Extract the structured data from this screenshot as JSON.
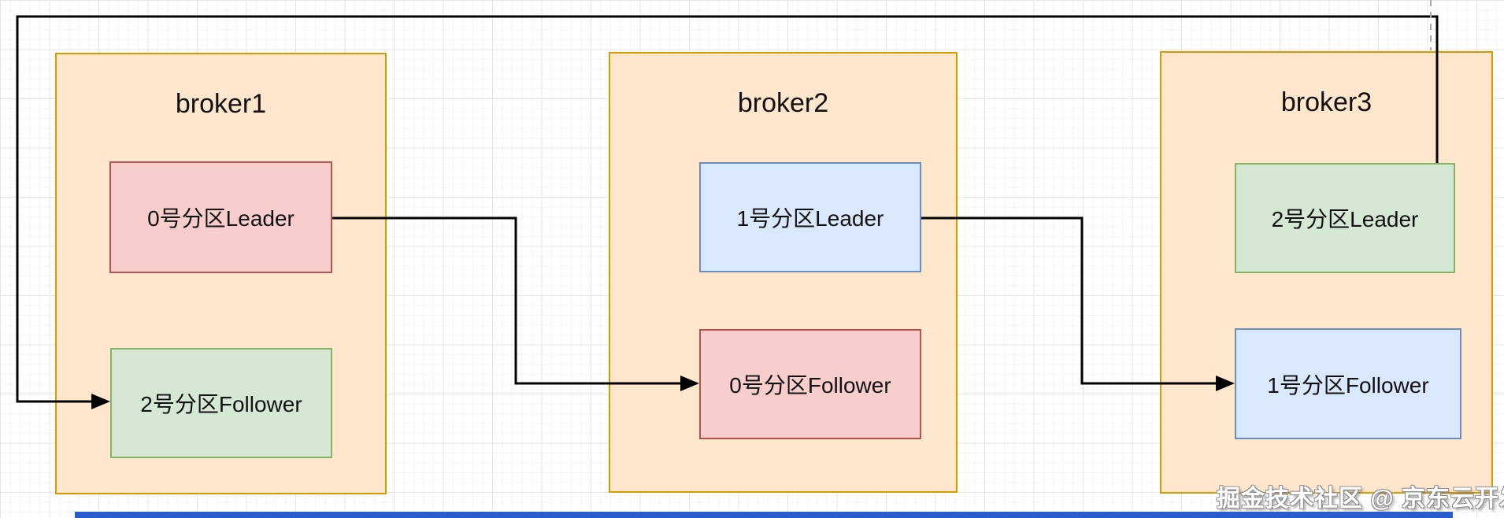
{
  "diagram": {
    "type": "kafka-partition-replication",
    "brokers": [
      {
        "title": "broker1",
        "partitions": [
          {
            "label": "0号分区Leader",
            "role": "leader",
            "variant": "red"
          },
          {
            "label": "2号分区Follower",
            "role": "follower",
            "variant": "green"
          }
        ]
      },
      {
        "title": "broker2",
        "partitions": [
          {
            "label": "1号分区Leader",
            "role": "leader",
            "variant": "blue"
          },
          {
            "label": "0号分区Follower",
            "role": "follower",
            "variant": "red"
          }
        ]
      },
      {
        "title": "broker3",
        "partitions": [
          {
            "label": "2号分区Leader",
            "role": "leader",
            "variant": "green"
          },
          {
            "label": "1号分区Follower",
            "role": "follower",
            "variant": "blue"
          }
        ]
      }
    ],
    "arrows": [
      {
        "from": "broker1 / 0号分区Leader",
        "to": "broker2 / 0号分区Follower"
      },
      {
        "from": "broker2 / 1号分区Leader",
        "to": "broker3 / 1号分区Follower"
      },
      {
        "from": "broker3 / 2号分区Leader",
        "to": "broker1 / 2号分区Follower"
      }
    ],
    "palette": {
      "broker": {
        "fill": "#ffe6cc",
        "stroke": "#d79b00"
      },
      "red": {
        "fill": "#f8cecc",
        "stroke": "#b85450"
      },
      "green": {
        "fill": "#d5e8d4",
        "stroke": "#82b366"
      },
      "blue": {
        "fill": "#dae8fc",
        "stroke": "#6c8ebf"
      },
      "arrow": "#000000",
      "bottom_bar": "#2b5cce"
    },
    "watermark": "掘金技术社区 @ 京东云开发者"
  }
}
